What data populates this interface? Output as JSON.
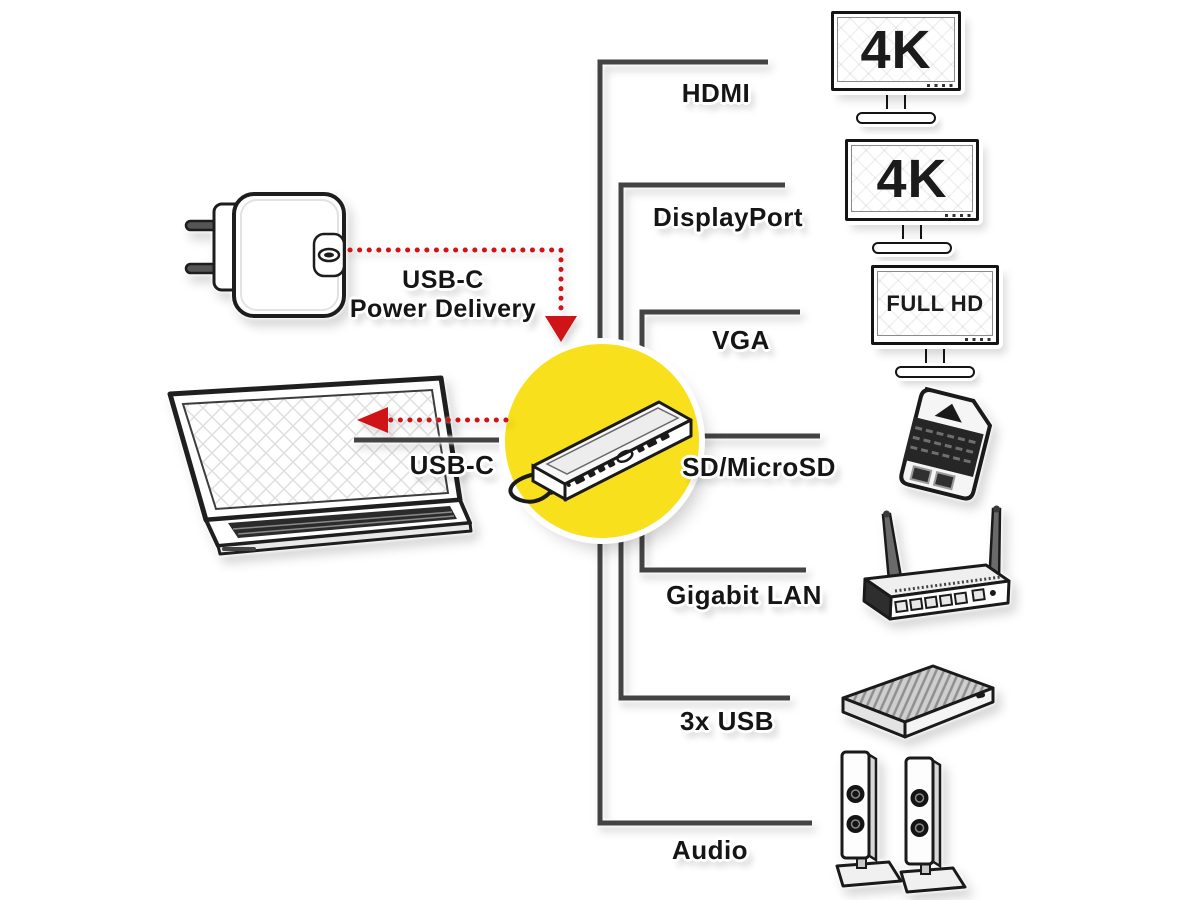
{
  "hub": {
    "icon": "usb-c-dock-icon",
    "color_yellow": "#F8E11C"
  },
  "power_adapter": {
    "icon": "power-adapter-icon",
    "label_line1": "USB-C",
    "label_line2": "Power Delivery"
  },
  "laptop": {
    "icon": "laptop-icon",
    "port_label": "USB-C"
  },
  "ports": [
    {
      "label": "HDMI",
      "device": "4k-monitor-icon",
      "screen_text": "4K"
    },
    {
      "label": "DisplayPort",
      "device": "4k-monitor-icon",
      "screen_text": "4K"
    },
    {
      "label": "VGA",
      "device": "full-hd-monitor-icon",
      "screen_text": "FULL HD"
    },
    {
      "label": "SD/MicroSD",
      "device": "sd-card-icon"
    },
    {
      "label": "Gigabit LAN",
      "device": "wifi-router-icon"
    },
    {
      "label": "3x USB",
      "device": "external-drive-icon"
    },
    {
      "label": "Audio",
      "device": "speakers-icon"
    }
  ],
  "colors": {
    "accent_yellow": "#F8E11C",
    "arrow_red": "#CE1417",
    "line_gray": "#434343"
  }
}
